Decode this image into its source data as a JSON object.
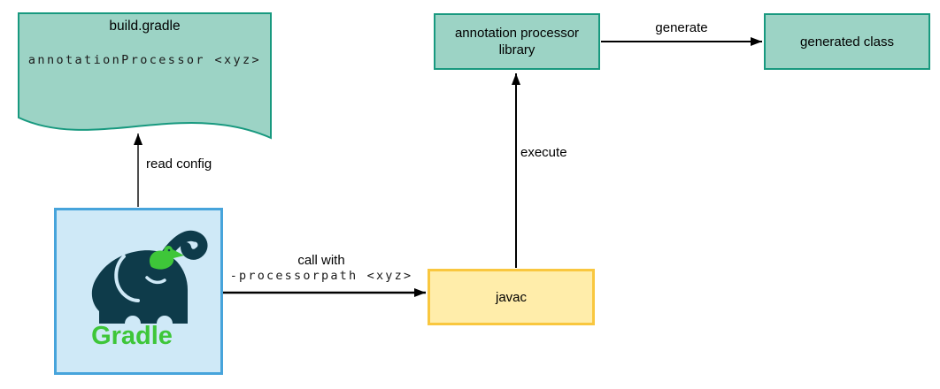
{
  "colors": {
    "teal_fill": "#9cd3c5",
    "teal_border": "#18997f",
    "blue_fill": "#cfe9f7",
    "blue_border": "#47a4db",
    "yellow_fill": "#ffedaa",
    "yellow_border": "#f9c73f",
    "arrow": "#000000",
    "elephant": "#0e3b4a",
    "gradle_green": "#3ec639"
  },
  "nodes": {
    "build_gradle": {
      "title": "build.gradle",
      "code": "annotationProcessor <xyz>"
    },
    "gradle": {
      "wordmark": "Gradle"
    },
    "annotation_processor_library": {
      "label": "annotation processor library"
    },
    "generated_class": {
      "label": "generated class"
    },
    "javac": {
      "label": "javac"
    }
  },
  "edges": {
    "read_config": {
      "label": "read config"
    },
    "call_with": {
      "line1": "call with",
      "line2": "-processorpath <xyz>"
    },
    "execute": {
      "label": "execute"
    },
    "generate": {
      "label": "generate"
    }
  }
}
